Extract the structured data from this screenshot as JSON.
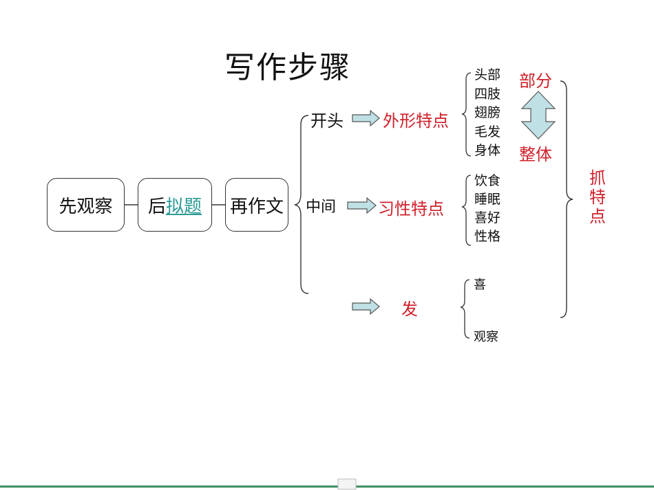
{
  "title": "写作步骤",
  "steps": {
    "first": "先观察",
    "second_prefix": "后",
    "second_link": "拟题",
    "third": "再作文"
  },
  "branches": {
    "opening": {
      "label": "开头",
      "feature": "外形特点",
      "items": [
        "头部",
        "四肢",
        "翅膀",
        "毛发",
        "身体"
      ]
    },
    "middle": {
      "label": "中间",
      "feature": "习性特点",
      "items": [
        "饮食",
        "睡眠",
        "喜好",
        "性格"
      ]
    },
    "ending": {
      "label": "",
      "feature": "发",
      "items": [
        "喜",
        "观察"
      ]
    }
  },
  "relation": {
    "top": "部分",
    "bottom": "整体"
  },
  "summary": "抓特点",
  "colors": {
    "accent": "#d0202a",
    "link": "#2a9a96",
    "arrow_fill": "#bfe0e4",
    "footer_line": "#3a8a5e"
  }
}
